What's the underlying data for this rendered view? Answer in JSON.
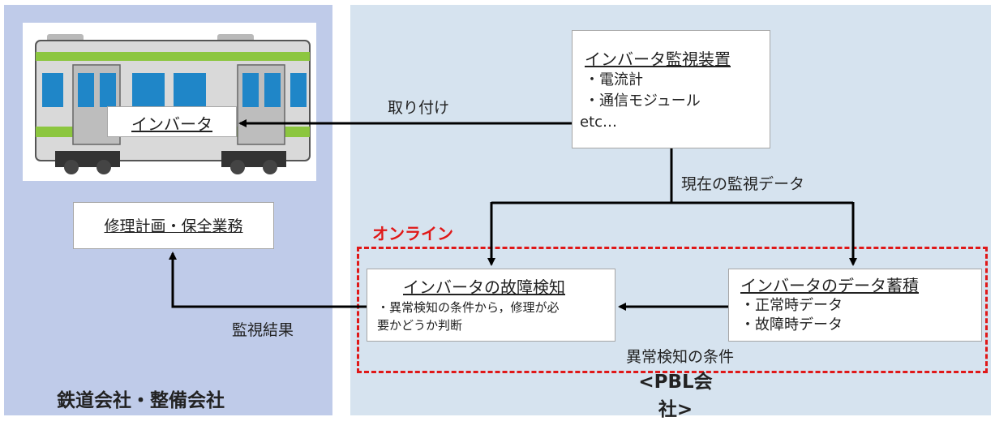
{
  "left_panel": {
    "inverter_label": "インバータ",
    "repair_label": "修理計画・保全業務",
    "footer": "鉄道会社・整備会社"
  },
  "right_panel": {
    "monitor_device": {
      "title": "インバータ監視装置",
      "items": [
        "・電流計",
        "・通信モジュール",
        "etc…"
      ]
    },
    "fault_detection": {
      "title": "インバータの故障検知",
      "desc_line1": "・異常検知の条件から，修理が必",
      "desc_line2": "要かどうか判断"
    },
    "data_accumulation": {
      "title": "インバータのデータ蓄積",
      "items": [
        "・正常時データ",
        "・故障時データ"
      ]
    },
    "online_label": "オンライン",
    "footer_line1": "<PBL会",
    "footer_line2": "社>"
  },
  "edge_labels": {
    "install": "取り付け",
    "current_data": "現在の監視データ",
    "monitor_result": "監視結果",
    "anomaly_condition": "異常検知の条件"
  },
  "colors": {
    "left_bg": "#bfcbe9",
    "right_bg": "#d6e3ef",
    "online_red": "#e01818",
    "train_green": "#8cc63f",
    "train_blue": "#1f86c8"
  }
}
